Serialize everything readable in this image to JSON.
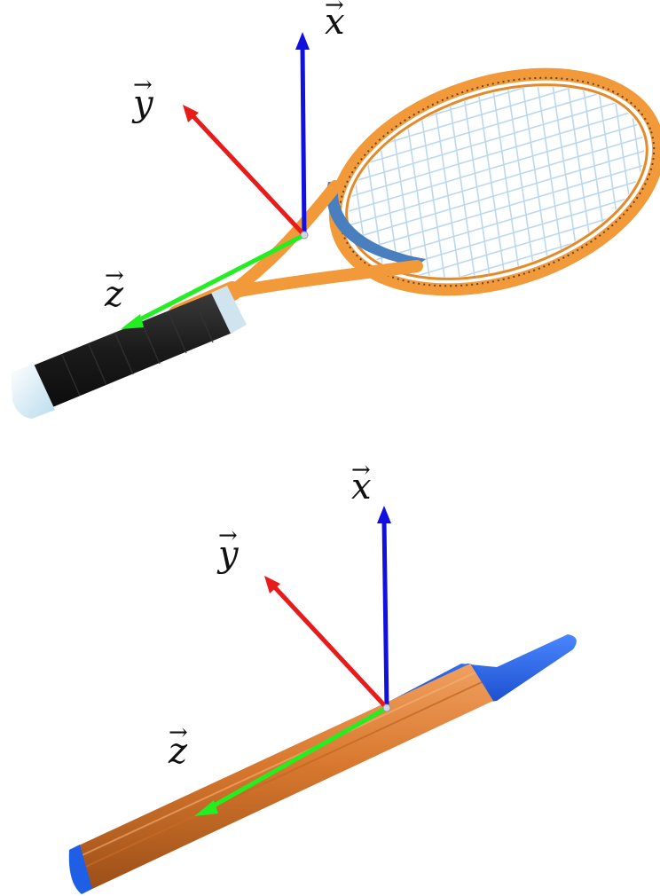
{
  "figure": {
    "top_panel": {
      "object": "tennis racket",
      "labels": {
        "x": "x",
        "y": "y",
        "z": "z"
      }
    },
    "bottom_panel": {
      "object": "pen",
      "labels": {
        "x": "x",
        "y": "y",
        "z": "z"
      }
    },
    "colors": {
      "x_axis": "#1010e0",
      "y_axis": "#e81a1a",
      "z_axis": "#22ee22",
      "racket_frame": "#f29a3a",
      "racket_throat": "#4a7fbf",
      "racket_strings": "#bcd8ef",
      "grip": "#1d1d1d",
      "butt_cap": "#dbeef8",
      "pen_body": "#d8782e",
      "pen_cap": "#1f5fe6"
    }
  }
}
